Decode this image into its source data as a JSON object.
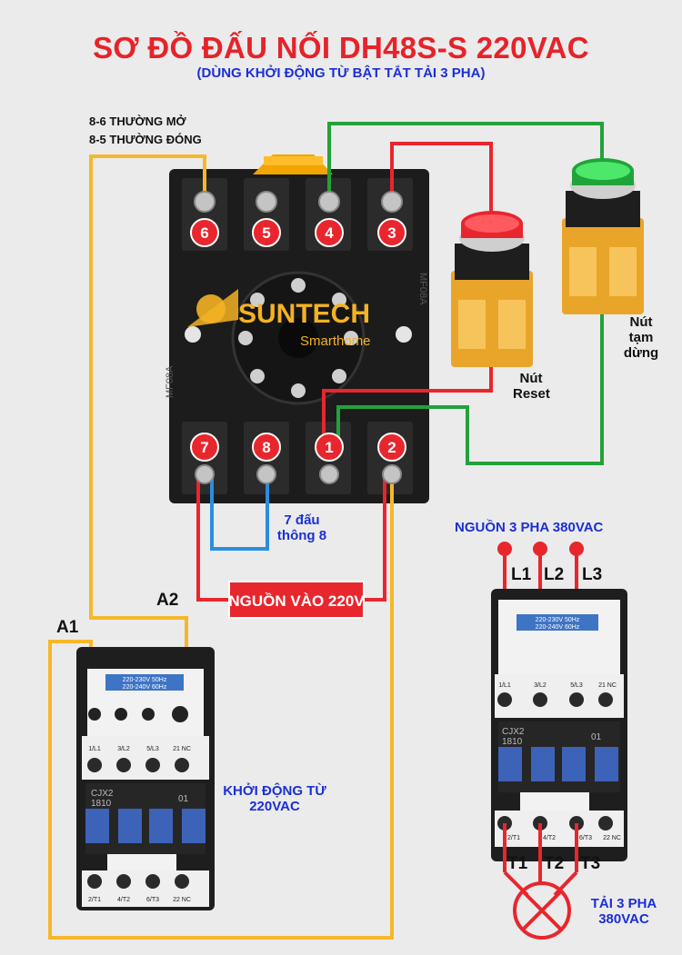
{
  "title": "SƠ ĐỒ ĐẤU NỐI DH48S-S 220VAC",
  "subtitle": "(DÙNG KHỞI ĐỘNG TỪ BẬT TẮT TẢI 3 PHA)",
  "contact_note": {
    "line1": "8-6 THƯỜNG MỞ",
    "line2": "8-5 THƯỜNG ĐÓNG"
  },
  "socket": {
    "top_terminals": [
      "6",
      "5",
      "4",
      "3"
    ],
    "bottom_terminals": [
      "7",
      "8",
      "1",
      "2"
    ],
    "side_mark": "MF08A",
    "logo_text": "SUNTECH",
    "logo_sub": "Smarthome"
  },
  "buttons": {
    "reset": {
      "line1": "Nút",
      "line2": "Reset",
      "color": "#e8262d"
    },
    "pause": {
      "line1": "Nút",
      "line2": "tạm",
      "line3": "dừng",
      "color": "#2ecc40"
    }
  },
  "bridge_note": {
    "line1": "7 đấu",
    "line2": "thông 8"
  },
  "power_in": "NGUỒN VÀO 220V",
  "coil_labels": {
    "a1": "A1",
    "a2": "A2"
  },
  "contactor_left": {
    "label_line1": "KHỞI ĐỘNG TỪ",
    "label_line2": "220VAC",
    "model": "CJX2",
    "model_num": "1810",
    "aux": "01",
    "top_terms": [
      "1/L1",
      "3/L2",
      "5/L3",
      "21 NC"
    ],
    "bottom_terms": [
      "2/T1",
      "4/T2",
      "6/T3",
      "22 NC"
    ],
    "rating1": "220-230V 50Hz",
    "rating2": "220-240V 60Hz"
  },
  "contactor_right": {
    "model": "CJX2",
    "model_num": "1810",
    "aux": "01",
    "top_terms": [
      "1/L1",
      "3/L2",
      "5/L3",
      "21 NC"
    ],
    "bottom_terms": [
      "2/T1",
      "4/T2",
      "6/T3",
      "22 NC"
    ],
    "rating1": "220-230V 50Hz",
    "rating2": "220-240V 60Hz"
  },
  "three_phase_source": {
    "label": "NGUỒN 3 PHA 380VAC",
    "phases": [
      "L1",
      "L2",
      "L3"
    ]
  },
  "three_phase_load": {
    "phases": [
      "T1",
      "T2",
      "T3"
    ],
    "line1": "TẢI 3 PHA",
    "line2": "380VAC"
  },
  "colors": {
    "red_wire": "#e8262d",
    "green_wire": "#22a23a",
    "blue_wire": "#2a8de0",
    "yellow_wire": "#f5b82a",
    "title": "#e6232a",
    "label_blue": "#1c2fd6"
  }
}
